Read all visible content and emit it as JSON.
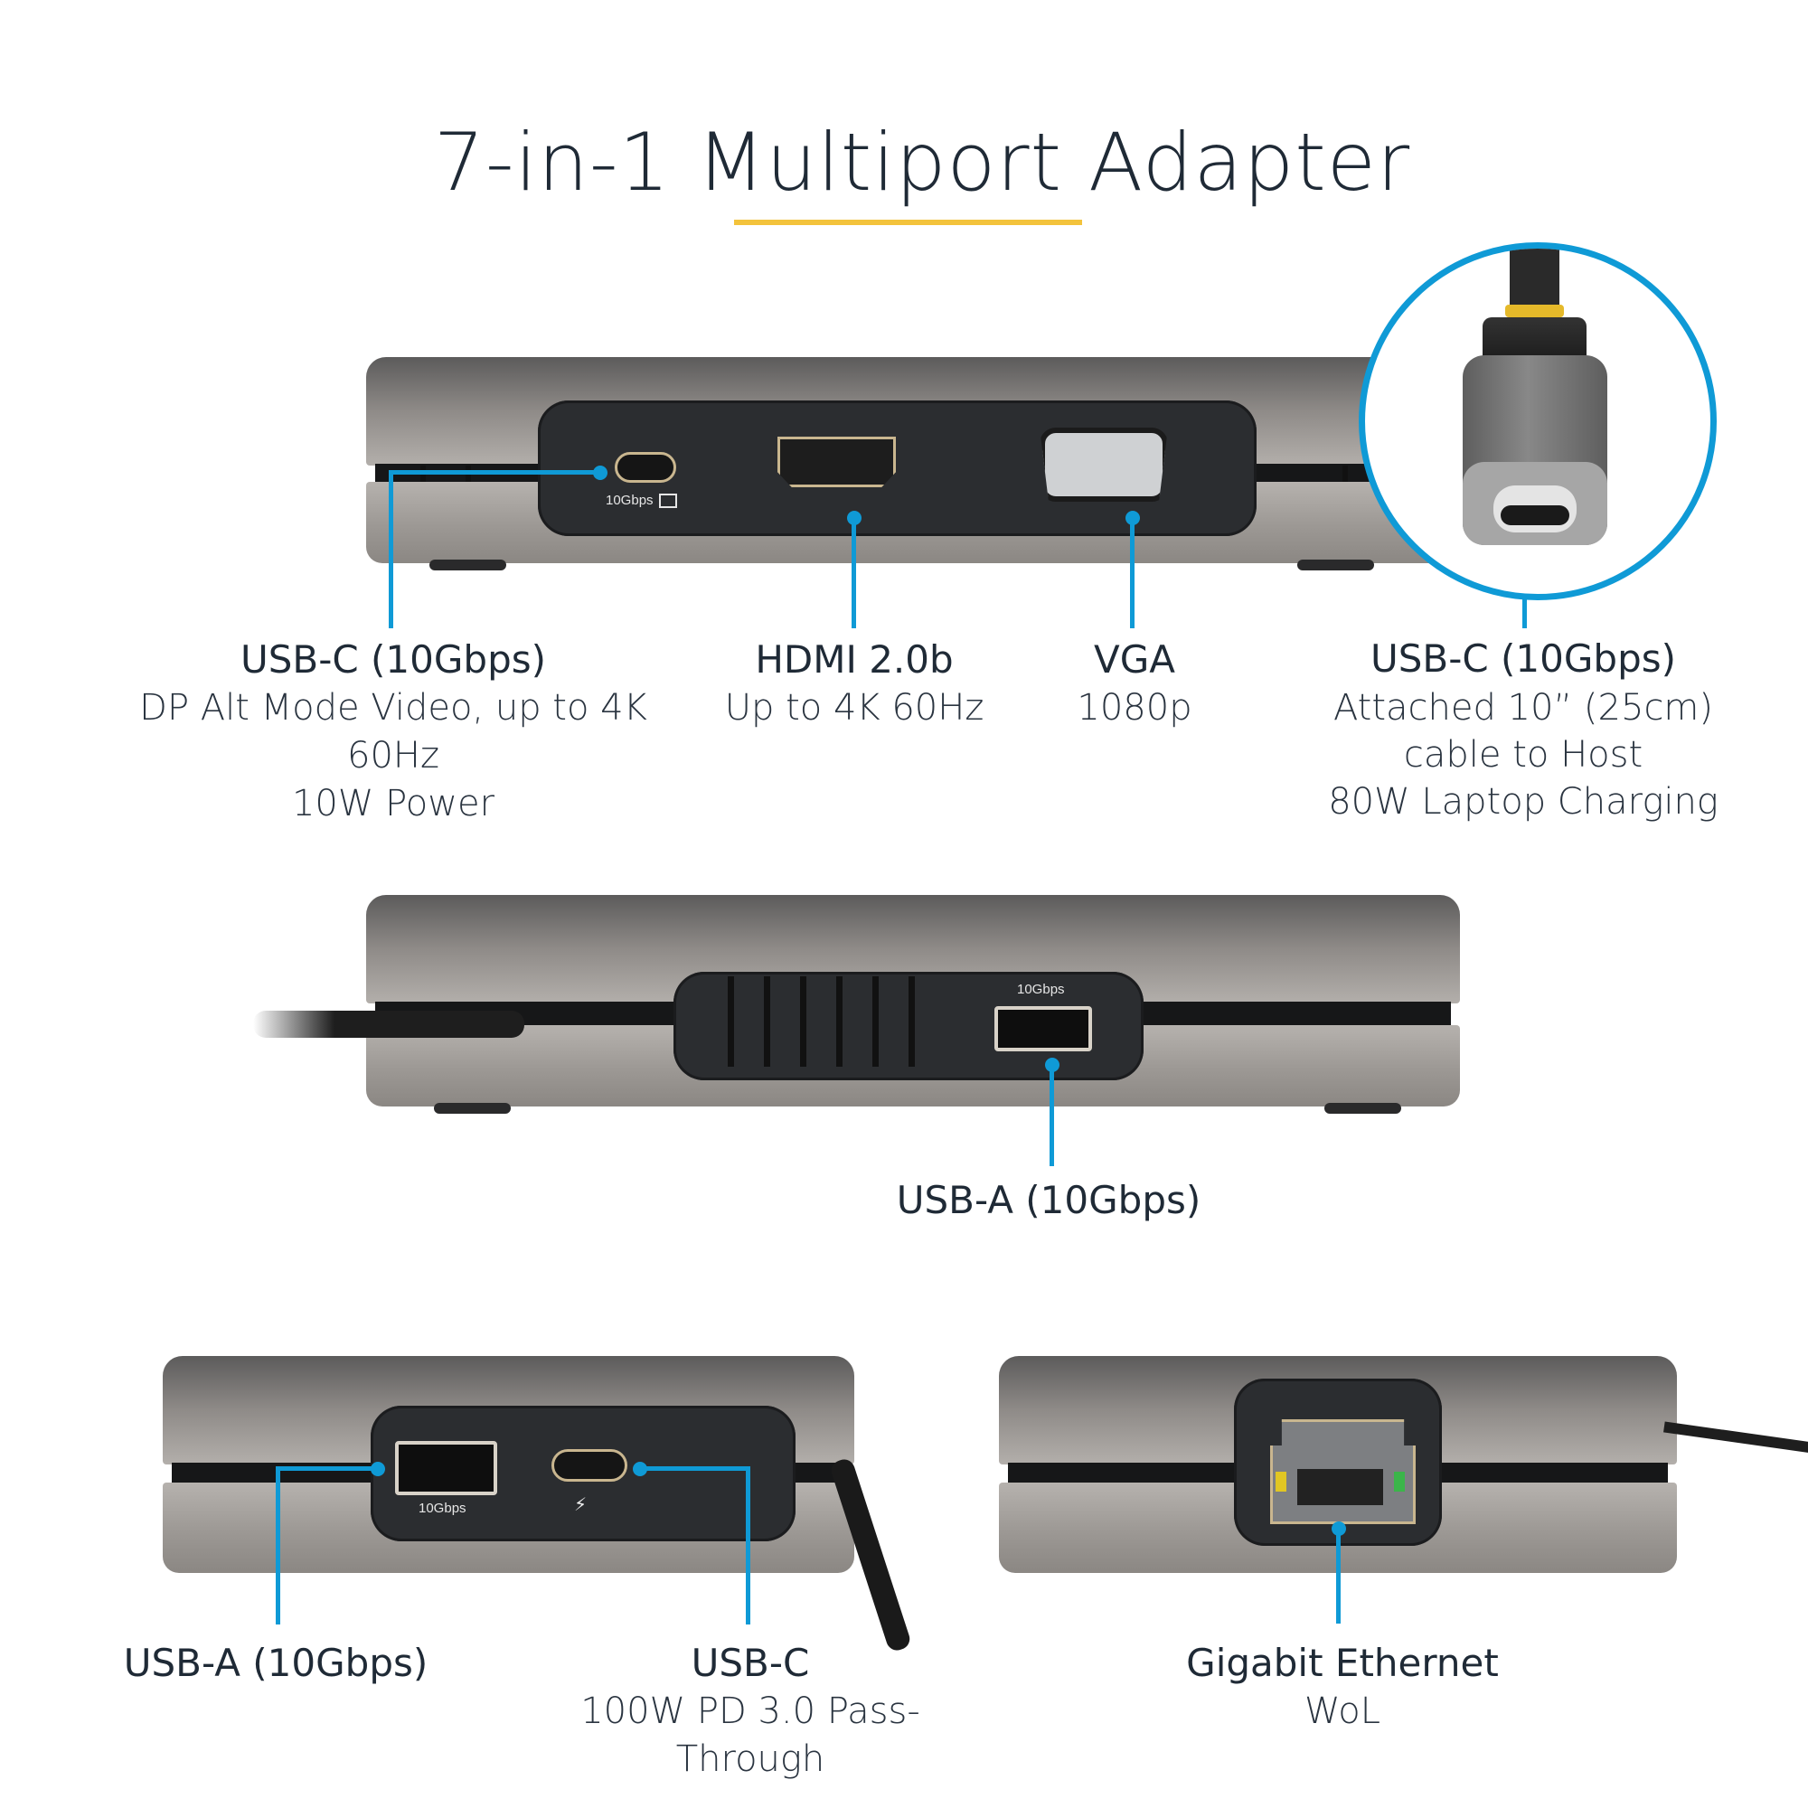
{
  "title": "7-in-1 Multiport Adapter",
  "colors": {
    "accent_line": "#0f9ad6",
    "title_underline": "#f3c33c",
    "text": "#1f2a36",
    "device_gray": "#9c9894",
    "port_panel": "#2b2d30"
  },
  "views": {
    "front": {
      "port_labels": {
        "usbc_marking": "10Gbps",
        "usbc_marking_icon": "display-icon"
      },
      "callouts": [
        {
          "heading": "USB-C (10Gbps)",
          "lines": [
            "DP Alt Mode Video, up to 4K 60Hz",
            "10W Power"
          ]
        },
        {
          "heading": "HDMI 2.0b",
          "lines": [
            "Up to 4K 60Hz"
          ]
        },
        {
          "heading": "VGA",
          "lines": [
            "1080p"
          ]
        },
        {
          "heading": "USB-C (10Gbps)",
          "lines": [
            "Attached 10” (25cm)",
            "cable to Host",
            "80W Laptop Charging"
          ]
        }
      ]
    },
    "side": {
      "port_labels": {
        "usba_marking": "10Gbps"
      },
      "callouts": [
        {
          "heading": "USB-A (10Gbps)",
          "lines": []
        }
      ]
    },
    "left_end": {
      "port_labels": {
        "usba_marking": "10Gbps",
        "usbc_icon": "power-delivery-icon"
      },
      "callouts": [
        {
          "heading": "USB-A (10Gbps)",
          "lines": []
        },
        {
          "heading": "USB-C",
          "lines": [
            "100W PD 3.0 Pass-Through"
          ]
        }
      ]
    },
    "right_end": {
      "callouts": [
        {
          "heading": "Gigabit Ethernet",
          "lines": [
            "WoL"
          ]
        }
      ]
    }
  }
}
